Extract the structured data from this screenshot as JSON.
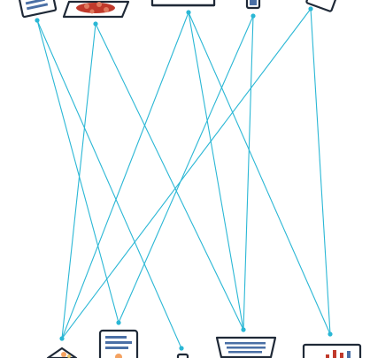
{
  "diagram": {
    "top_devices": [
      {
        "id": "t1",
        "icon": "tablet-document-icon"
      },
      {
        "id": "t2",
        "icon": "tablet-map-icon"
      },
      {
        "id": "t3",
        "icon": "monitor-icon"
      },
      {
        "id": "t4",
        "icon": "phone-icon"
      },
      {
        "id": "t5",
        "icon": "tablet-rotated-icon"
      }
    ],
    "bottom_devices": [
      {
        "id": "b1",
        "icon": "tablet-chart-icon"
      },
      {
        "id": "b2",
        "icon": "tablet-text-icon"
      },
      {
        "id": "b3",
        "icon": "phone-small-icon"
      },
      {
        "id": "b4",
        "icon": "laptop-keyboard-icon"
      },
      {
        "id": "b5",
        "icon": "laptop-bar-chart-icon"
      }
    ],
    "connections": [
      [
        "t1",
        "b2"
      ],
      [
        "t1",
        "b3"
      ],
      [
        "t2",
        "b1"
      ],
      [
        "t2",
        "b4"
      ],
      [
        "t3",
        "b1"
      ],
      [
        "t3",
        "b4"
      ],
      [
        "t3",
        "b5"
      ],
      [
        "t4",
        "b2"
      ],
      [
        "t4",
        "b4"
      ],
      [
        "t5",
        "b1"
      ],
      [
        "t5",
        "b5"
      ]
    ],
    "colors": {
      "connector": "#2ab7d5",
      "device_outline": "#1f2937",
      "accent_red": "#c0392b",
      "accent_blue": "#4a6fa5"
    }
  }
}
